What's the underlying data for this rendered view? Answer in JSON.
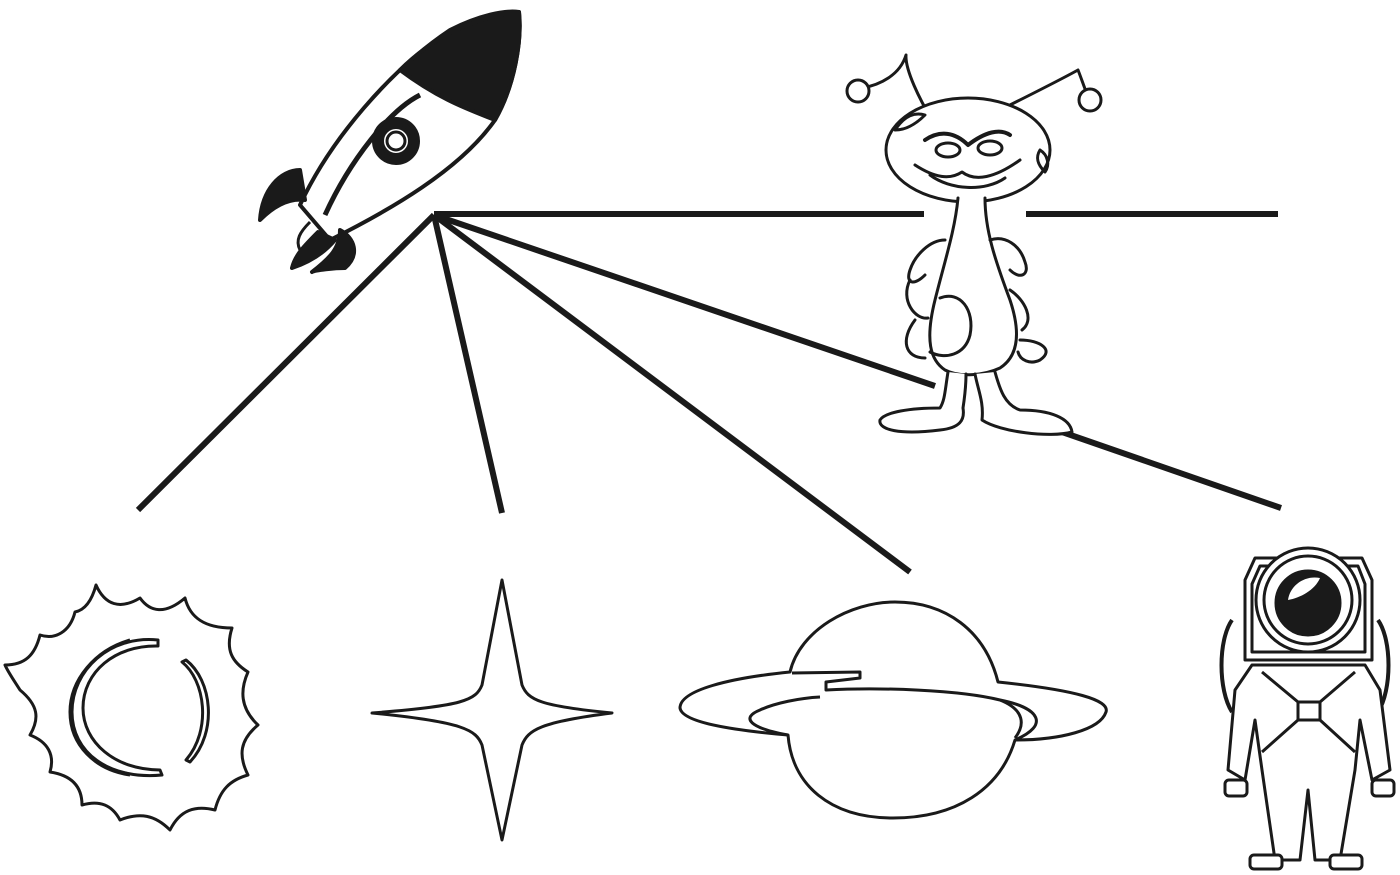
{
  "diagram": {
    "type": "radial-connection-diagram",
    "stroke_color": "#1a1a1a",
    "background_color": "#ffffff",
    "hub": {
      "icon": "rocket-icon"
    },
    "nodes": [
      {
        "id": "sun",
        "icon": "sun-icon"
      },
      {
        "id": "star",
        "icon": "star-icon"
      },
      {
        "id": "planet",
        "icon": "saturn-planet-icon"
      },
      {
        "id": "astronaut",
        "icon": "astronaut-icon"
      },
      {
        "id": "alien",
        "icon": "alien-icon"
      }
    ],
    "connectors": [
      {
        "from": "rocket",
        "to": "sun"
      },
      {
        "from": "rocket",
        "to": "star"
      },
      {
        "from": "rocket",
        "to": "planet"
      },
      {
        "from": "rocket",
        "to": "astronaut"
      },
      {
        "from": "rocket",
        "to": "alien"
      }
    ]
  }
}
